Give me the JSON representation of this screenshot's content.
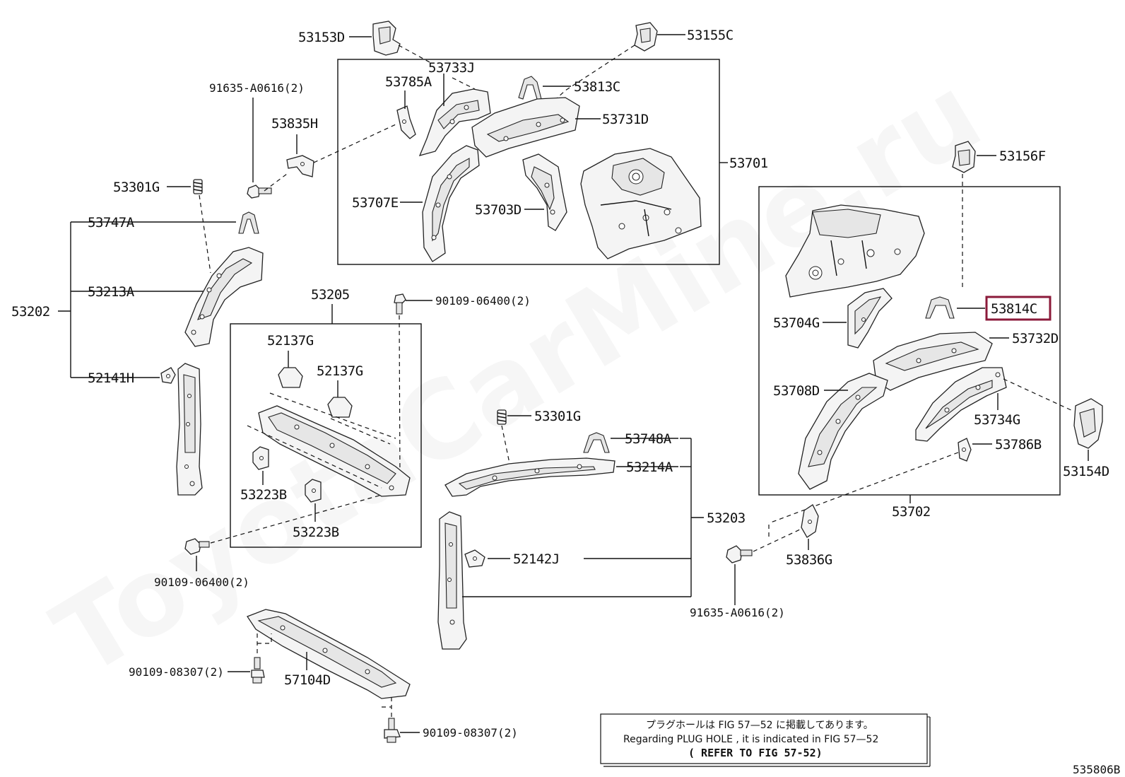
{
  "watermark": "ToyotaCarMine.ru",
  "figure_code": "535806B",
  "labels": {
    "p53153D": "53153D",
    "p53155C": "53155C",
    "p53733J": "53733J",
    "p53785A": "53785A",
    "p53813C": "53813C",
    "p53731D": "53731D",
    "p53707E": "53707E",
    "p53703D": "53703D",
    "p53701": "53701",
    "p91635a": "91635-A0616(2)",
    "p53835H": "53835H",
    "p53301G_a": "53301G",
    "p53747A": "53747A",
    "p53213A": "53213A",
    "p53202": "53202",
    "p52141H": "52141H",
    "p53205": "53205",
    "p90109a": "90109-06400(2)",
    "p52137G_a": "52137G",
    "p52137G_b": "52137G",
    "p53223B_a": "53223B",
    "p53223B_b": "53223B",
    "p90109b": "90109-06400(2)",
    "p53301G_b": "53301G",
    "p53748A": "53748A",
    "p53214A": "53214A",
    "p53203": "53203",
    "p52142J": "52142J",
    "p90109c": "90109-08307(2)",
    "p57104D": "57104D",
    "p90109d": "90109-08307(2)",
    "p53156F": "53156F",
    "p53814C": "53814C",
    "p53704G": "53704G",
    "p53732D": "53732D",
    "p53708D": "53708D",
    "p53734G": "53734G",
    "p53786B": "53786B",
    "p53154D": "53154D",
    "p53702": "53702",
    "p53836G": "53836G",
    "p91635b": "91635-A0616(2)"
  },
  "note": {
    "line1": "プラグホールは FIG 57—52 に掲載してあります。",
    "line2": "Regarding  PLUG  HOLE , it is indicated in  FIG  57—52",
    "line3": "( REFER  TO  FIG  57-52)"
  },
  "highlighted_part": "53814C",
  "colors": {
    "highlight": "#8b1a3a",
    "line": "#111111"
  }
}
